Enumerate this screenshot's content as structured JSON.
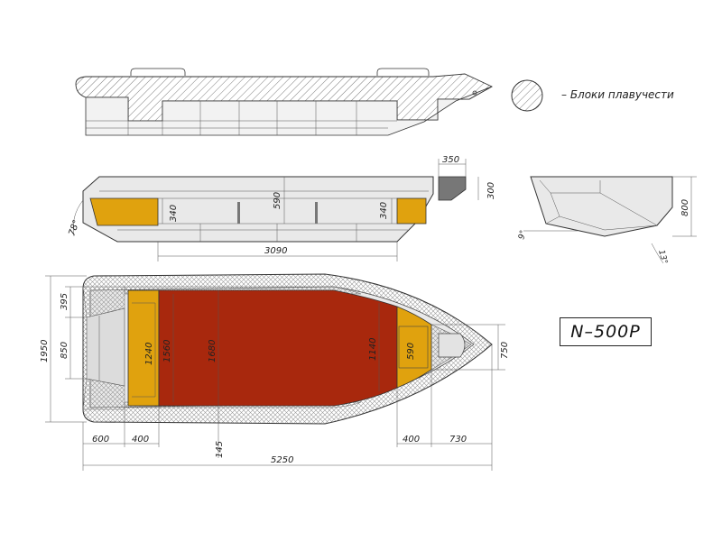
{
  "legend": {
    "label": "– Блоки плавучести"
  },
  "model": "N–500P",
  "colors": {
    "seat_fill": "#e0a20e",
    "cockpit_fill": "#a8280d",
    "buoyancy_cells": "#b5b5b5",
    "hull_fill": "#e9e9e9"
  },
  "side_view_dims": {
    "seat_height": "340",
    "seat_height_bow": "340",
    "interior_height": "590",
    "deck_top_width": "350",
    "deck_top_height": "300",
    "cockpit_length": "3090",
    "transom_angle": "78°"
  },
  "section_dims": {
    "height": "800",
    "deadrise_angle": "9°",
    "bottom_angle": "13°"
  },
  "plan_dims": {
    "width_total": "1950",
    "stern_side": "395",
    "transom_width": "850",
    "seat_depth": "1240",
    "inner_1": "1560",
    "inner_2": "1680",
    "bow_inner": "1140",
    "bow_seat": "590",
    "bow_width": "750",
    "stern_seat_offset": "600",
    "stern_seat_width": "400",
    "frame_offset": "145",
    "bow_seat_width": "400",
    "bow_tip": "730",
    "length_total": "5250"
  }
}
